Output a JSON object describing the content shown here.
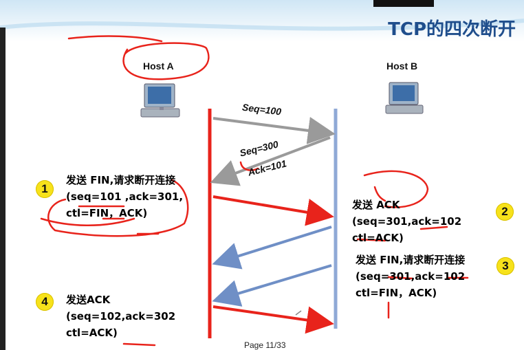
{
  "title": "TCP的四次断开",
  "hosts": {
    "a": "Host A",
    "b": "Host B"
  },
  "initial": {
    "seq_a": "Seq=100",
    "seq_b": "Seq=300",
    "ack_b": "Ack=101"
  },
  "steps": [
    {
      "number": "1",
      "lines": [
        "发送 FIN,请求断开连接",
        "(seq=101 ,ack=301,",
        "ctl=FIN，ACK)"
      ]
    },
    {
      "number": "2",
      "lines": [
        "发送 ACK",
        "(seq=301,ack=102",
        "ctl=ACK)"
      ]
    },
    {
      "number": "3",
      "lines": [
        "发送 FIN,请求断开连接",
        "(seq=301,ack=102",
        "ctl=FIN，ACK)"
      ]
    },
    {
      "number": "4",
      "lines": [
        "发送ACK",
        "(seq=102,ack=302",
        "ctl=ACK)"
      ]
    }
  ],
  "footer": "Page 11/33",
  "colors": {
    "host_a_line": "#e8231b",
    "host_b_line": "#8fa9d6",
    "arrow_a": "#e8231b",
    "arrow_b": "#6f8fc6",
    "badge": "#f7e21b",
    "title": "#1f4e8c"
  }
}
